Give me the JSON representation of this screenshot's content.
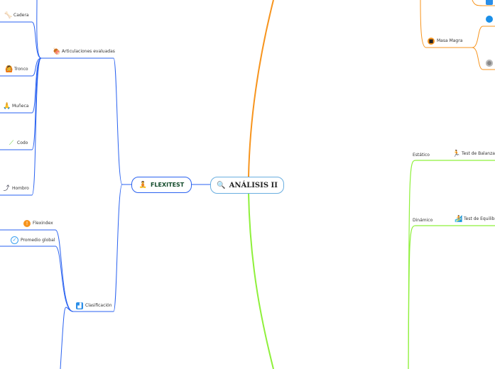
{
  "center": {
    "label": "ANÁLISIS II",
    "icon": "magnifier-icon"
  },
  "flexitest": {
    "label": "FLEXITEST",
    "articulaciones": {
      "label": "Articulaciones evaluadas",
      "children": [
        "Cadera",
        "Tronco",
        "Muñeca",
        "Codo",
        "Hombro"
      ]
    },
    "clasificacion": {
      "label": "Clasificación",
      "children": [
        "Flexindex",
        "Promedio global"
      ]
    }
  },
  "right": {
    "masa_magra": "Masa Magra",
    "estatico": "Estático",
    "test_balanza": "Test de Balanza",
    "dinamico": "Dinámico",
    "test_equilibrio": "Test de Equilibr"
  },
  "colors": {
    "blue": "#2a62f0",
    "orange": "#f7941d",
    "green": "#8ef03a"
  }
}
